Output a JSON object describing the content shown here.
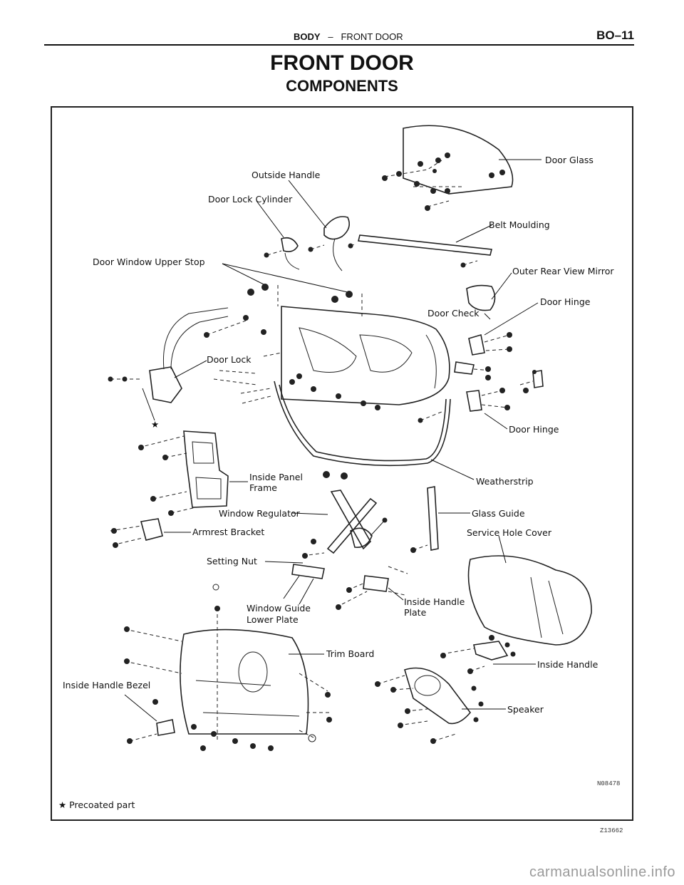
{
  "header": {
    "section": "BODY",
    "separator": "–",
    "subsection": "FRONT DOOR",
    "page": "BO–11"
  },
  "title": "FRONT DOOR",
  "subtitle": "COMPONENTS",
  "labels": {
    "door_glass": "Door Glass",
    "outside_handle": "Outside Handle",
    "door_lock_cylinder": "Door Lock Cylinder",
    "belt_moulding": "Belt Moulding",
    "door_window_upper_stop": "Door Window Upper Stop",
    "outer_rear_view_mirror": "Outer Rear View Mirror",
    "door_hinge_upper": "Door Hinge",
    "door_check": "Door Check",
    "door_lock": "Door Lock",
    "door_hinge_lower": "Door Hinge",
    "inside_panel_frame_1": "Inside Panel",
    "inside_panel_frame_2": "Frame",
    "weatherstrip": "Weatherstrip",
    "window_regulator": "Window Regulator",
    "glass_guide": "Glass Guide",
    "armrest_bracket": "Armrest Bracket",
    "service_hole_cover": "Service Hole Cover",
    "setting_nut": "Setting Nut",
    "window_guide_lower_plate_1": "Window Guide",
    "window_guide_lower_plate_2": "Lower Plate",
    "inside_handle_plate_1": "Inside Handle",
    "inside_handle_plate_2": "Plate",
    "trim_board": "Trim Board",
    "inside_handle_bezel": "Inside Handle Bezel",
    "inside_handle": "Inside Handle",
    "speaker": "Speaker"
  },
  "codes": {
    "drawing": "N08478",
    "page_ref": "Z13662"
  },
  "footnote": "★ Precoated part",
  "watermark": "carmanualsonline.info"
}
